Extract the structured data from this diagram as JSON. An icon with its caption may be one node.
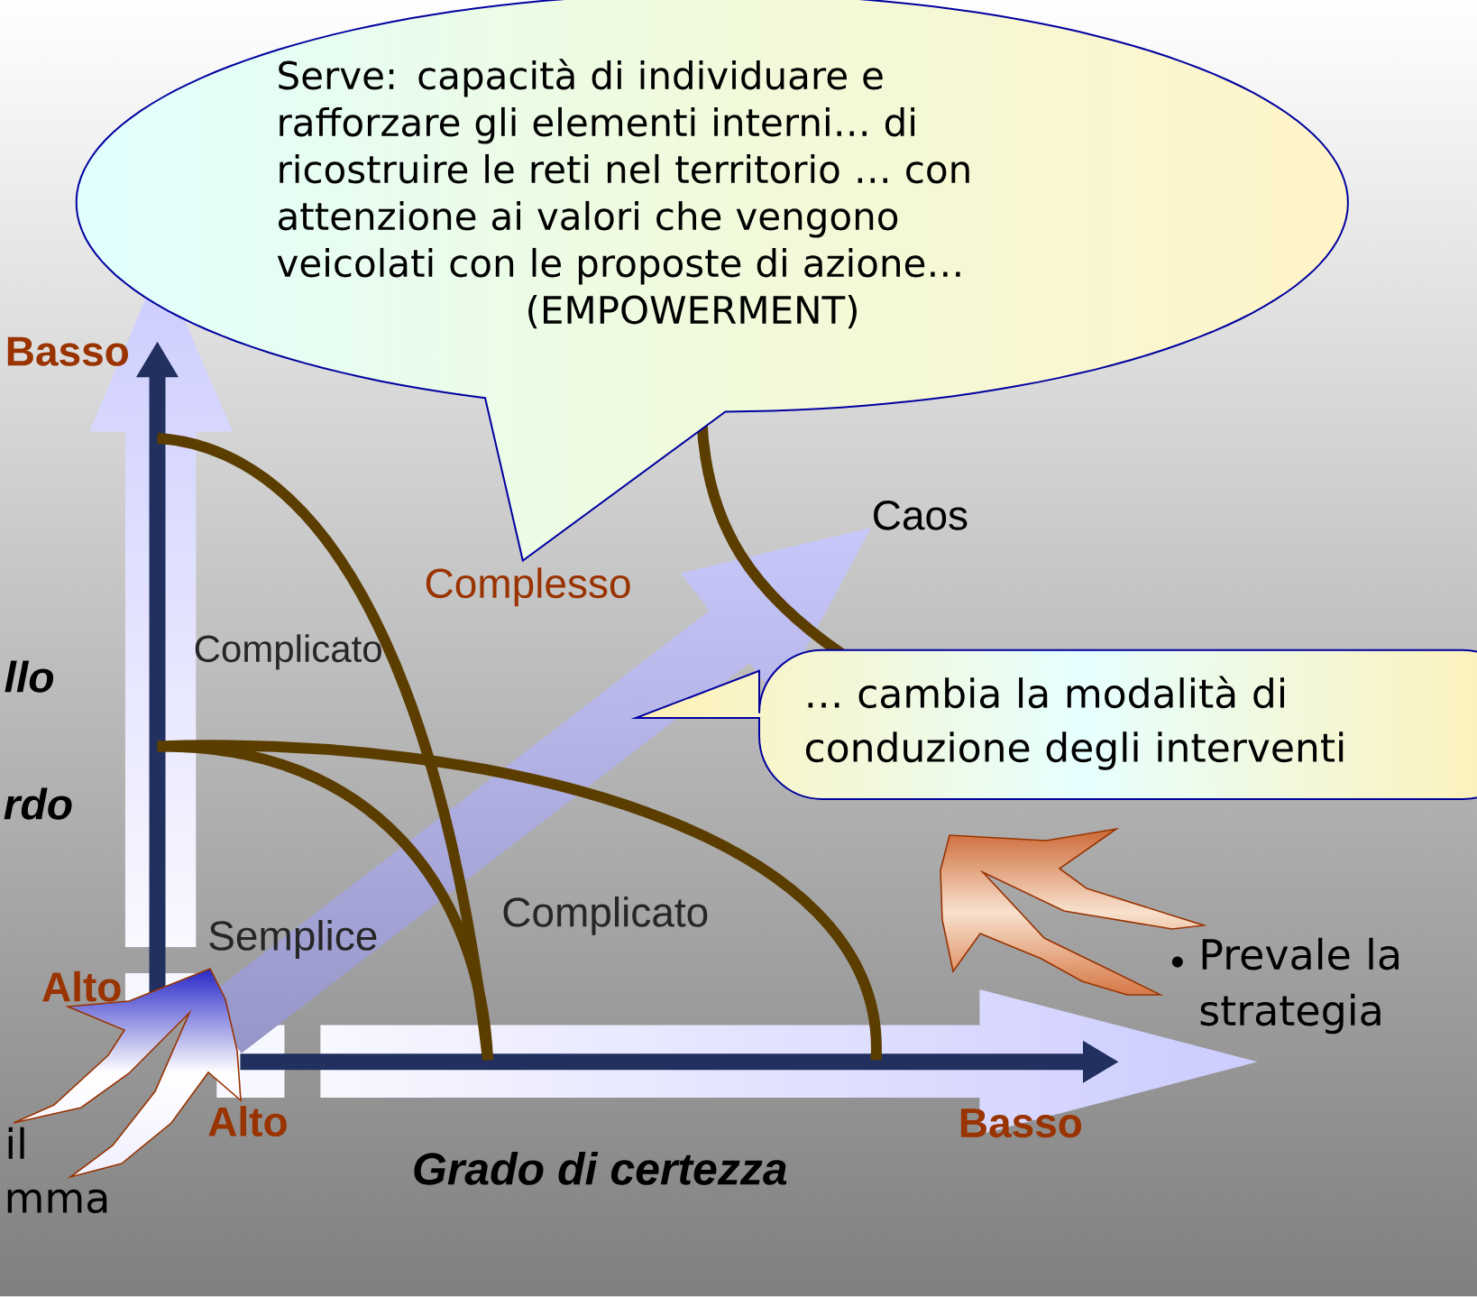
{
  "diagram": {
    "nodes": [
      {
        "text": [
          "Serve: capacità di individuare e rafforzare gli elementi interni… di ricostruire le reti nel territorio … con attenzione ai valori che vengono veicolati con le proposte di azione…",
          "(EMPOWERMENT)"
        ]
      },
      {
        "text": [
          "… cambia la modalità di conduzione degli interventi"
        ]
      }
    ],
    "labels": [
      "Basso",
      "Caos",
      "Complesso",
      "Complicato",
      "llo",
      "rdo",
      "Semplice",
      "Complicato",
      "Alto",
      "Prevale la strategia",
      "il",
      "Alto",
      "Basso",
      "mma",
      "Grado di certezza"
    ]
  }
}
